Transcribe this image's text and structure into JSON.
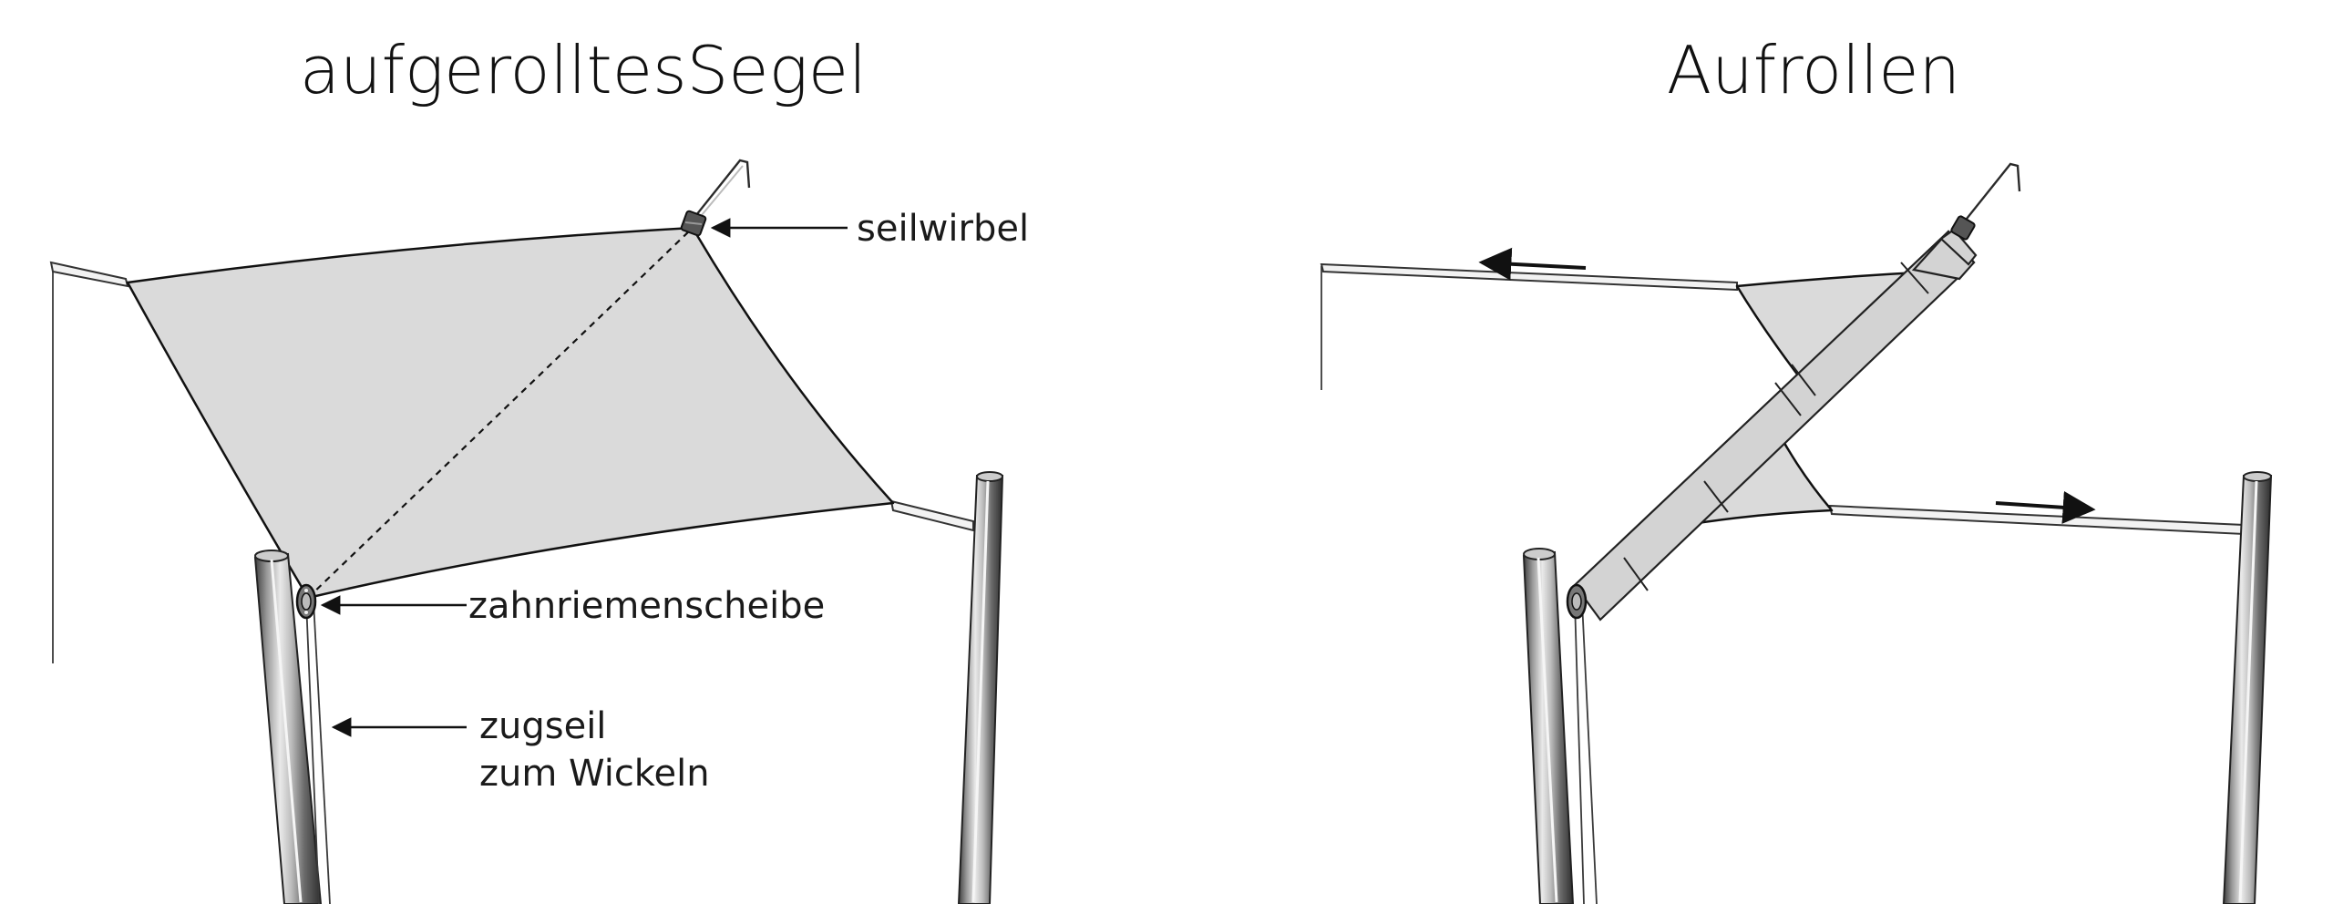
{
  "left_panel": {
    "title": "aufgerolltesSegel",
    "labels": {
      "swivel": "seilwirbel",
      "pulley": "zahnriemenscheibe",
      "pull_rope_line1": "zugseil",
      "pull_rope_line2": "zum Wickeln"
    }
  },
  "right_panel": {
    "title": "Aufrollen"
  },
  "colors": {
    "sail_fill": "#dadada",
    "outline": "#111111",
    "post_dark": "#5a5a5a",
    "post_light": "#e8e8e8"
  }
}
